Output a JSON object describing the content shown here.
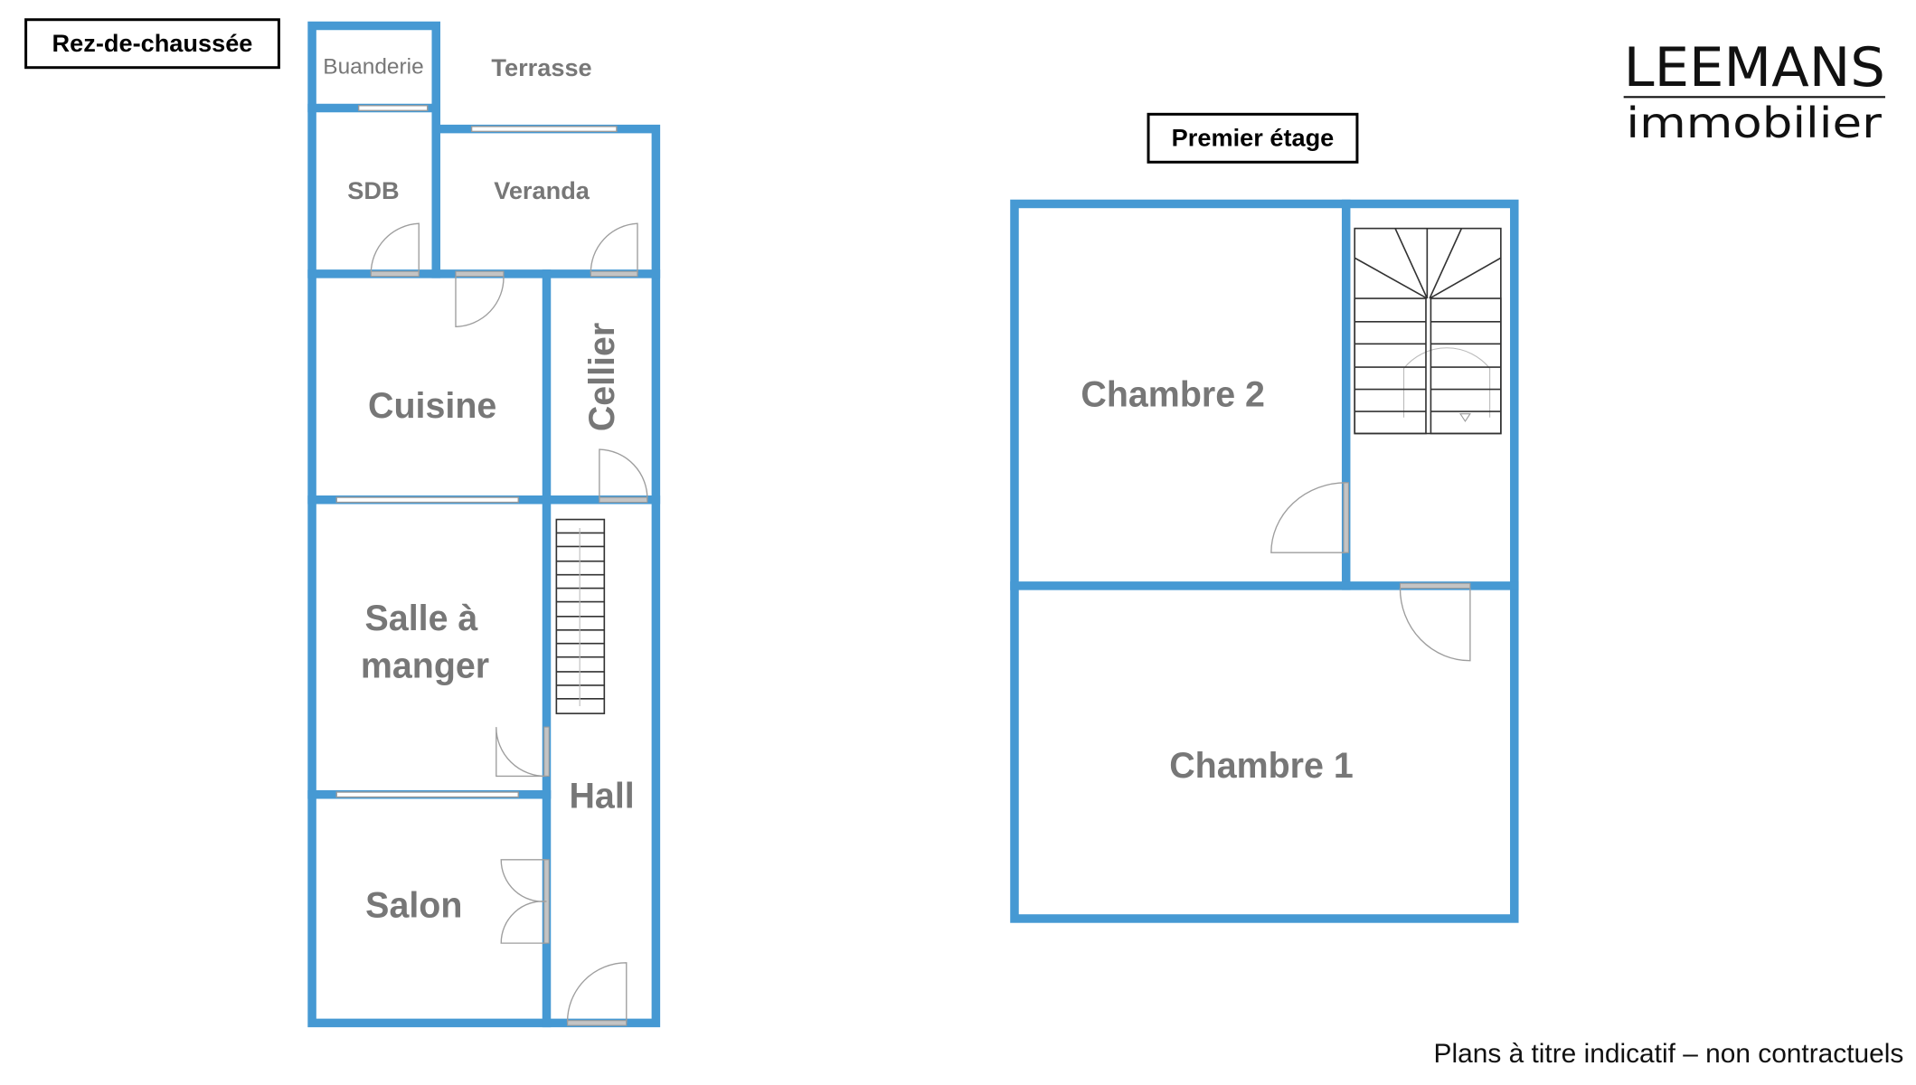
{
  "ground_floor": {
    "title": "Rez-de-chaussée",
    "rooms": {
      "buanderie": "Buanderie",
      "terrasse": "Terrasse",
      "sdb": "SDB",
      "veranda": "Veranda",
      "cuisine": "Cuisine",
      "cellier": "Cellier",
      "salle_l1": "Salle à",
      "salle_l2": "manger",
      "hall": "Hall",
      "salon": "Salon"
    }
  },
  "first_floor": {
    "title": "Premier étage",
    "rooms": {
      "chambre2": "Chambre 2",
      "chambre1": "Chambre 1"
    }
  },
  "logo": {
    "brand": "LEEMANS",
    "sub": "immobilier"
  },
  "footer": {
    "disclaimer": "Plans à titre indicatif – non contractuels"
  },
  "colors": {
    "wall": "#4699d3",
    "room_label": "#777777"
  }
}
